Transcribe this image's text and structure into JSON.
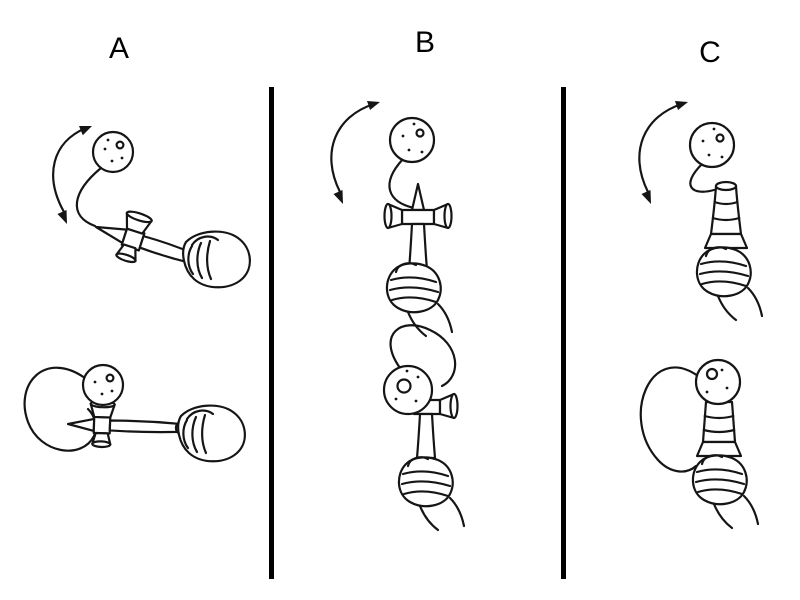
{
  "canvas": {
    "background": "#ffffff",
    "ink": "#151515"
  },
  "panels": [
    {
      "label": "A",
      "top_figure": "kendama-held-horizontal-ball-swing",
      "bottom_figure": "ball-landed-on-big-cup"
    },
    {
      "label": "B",
      "top_figure": "kendama-held-upright-ball-swing",
      "bottom_figure": "ball-caught-upright"
    },
    {
      "label": "C",
      "top_figure": "kendama-handle-up-ball-swing",
      "bottom_figure": "ball-landed-on-handle-end"
    }
  ]
}
